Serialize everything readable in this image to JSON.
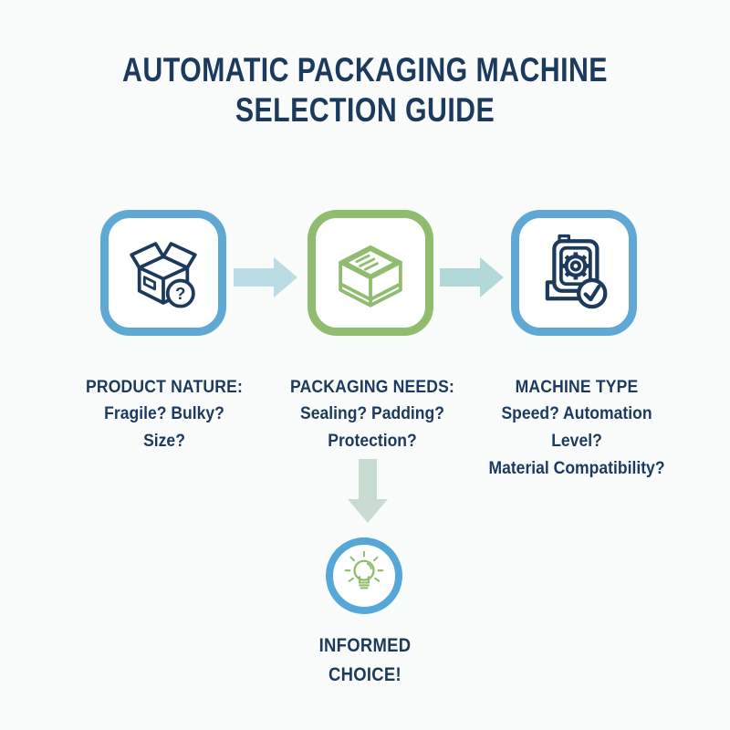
{
  "title": {
    "line1": "AUTOMATIC PACKAGING MACHINE",
    "line2": "SELECTION GUIDE"
  },
  "steps": [
    {
      "name": "product-nature",
      "icon": "box-question-icon",
      "border_color": "#5fa8d3",
      "heading": "PRODUCT NATURE:",
      "line1": "Fragile? Bulky?",
      "line2": "Size?"
    },
    {
      "name": "packaging-needs",
      "icon": "open-box-icon",
      "border_color": "#8fbc6e",
      "heading": "PACKAGING NEEDS:",
      "line1": "Sealing? Padding?",
      "line2": "Protection?"
    },
    {
      "name": "machine-type",
      "icon": "machine-gear-check-icon",
      "border_color": "#5fa8d3",
      "heading": "MACHINE TYPE",
      "line1": "Speed? Automation Level?",
      "line2": "Material Compatibility?"
    }
  ],
  "glyphs": {
    "question_mark": "?"
  },
  "result": {
    "icon": "lightbulb-icon",
    "line1": "INFORMED",
    "line2": "CHOICE!"
  },
  "colors": {
    "navy": "#1c3a5e",
    "blue_border": "#5fa8d3",
    "green_border": "#8fbc6e",
    "arrow_blue": "#badce4",
    "arrow_teal": "#b2d8d9",
    "arrow_sage": "#c9dcd2",
    "ring_blue": "#55a7d8",
    "bulb_green": "#8fbc6e",
    "background": "#fafcfb"
  }
}
